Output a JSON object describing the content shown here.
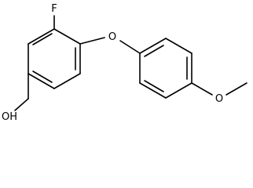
{
  "molecule": {
    "atom_labels": {
      "fluorine": "F",
      "ether_oxygen": "O",
      "methoxy_oxygen": "O",
      "hydroxyl": "OH"
    }
  },
  "colors": {
    "bond": "#000000",
    "background": "#ffffff"
  }
}
